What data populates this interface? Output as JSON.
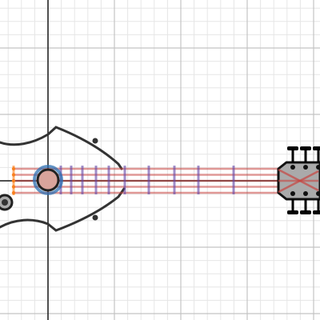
{
  "app": {
    "type": "graphing-calculator-canvas"
  },
  "graph": {
    "grid": {
      "minor_lines": true,
      "major_lines": true,
      "minor_color": "#e6e6e6",
      "major_color": "#c4c4c4",
      "axis_color": "#1a1a1a"
    },
    "colors": {
      "body_outline": "#333333",
      "strings": "#c74440",
      "frets": "#6042a6",
      "soundhole_ring": "#2d70b3",
      "string_ends": "#fa7e19",
      "headstock_fill": "#aaaaaa",
      "tuning_pegs": "#000000"
    },
    "figure": {
      "subject": "guitar drawing",
      "string_count": 5,
      "fret_count": 10,
      "tuning_peg_count": 6
    }
  }
}
